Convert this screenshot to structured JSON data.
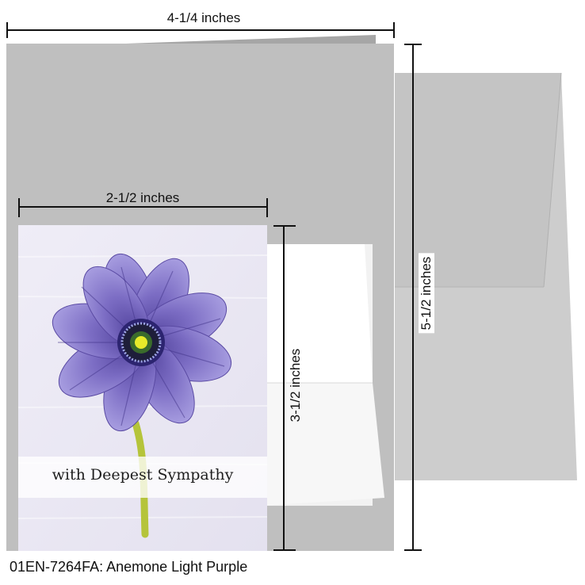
{
  "dimensions": {
    "large_width": "4-1/4 inches",
    "large_height": "5-1/2 inches",
    "small_width": "2-1/2 inches",
    "small_height": "3-1/2 inches"
  },
  "card": {
    "greeting": "with Deepest Sympathy"
  },
  "footer": {
    "product_code": "01EN-7264FA: Anemone Light Purple"
  },
  "colors": {
    "large_card": "#bfbfbf",
    "envelope": "#c9c9c9",
    "petal": "#7e6fc3",
    "petal_dark": "#5a4aa3",
    "stem": "#b5c43a",
    "background_lavender": "#e9e6f3"
  }
}
